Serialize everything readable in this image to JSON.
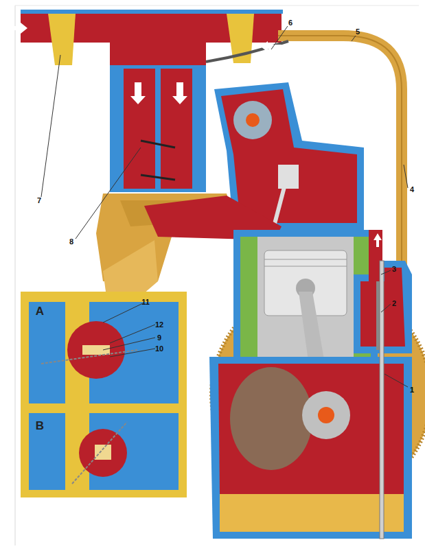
{
  "diagram": {
    "labels": [
      "1",
      "2",
      "3",
      "4",
      "5",
      "6",
      "7",
      "8",
      "9",
      "10",
      "11",
      "12",
      "A",
      "B"
    ]
  }
}
